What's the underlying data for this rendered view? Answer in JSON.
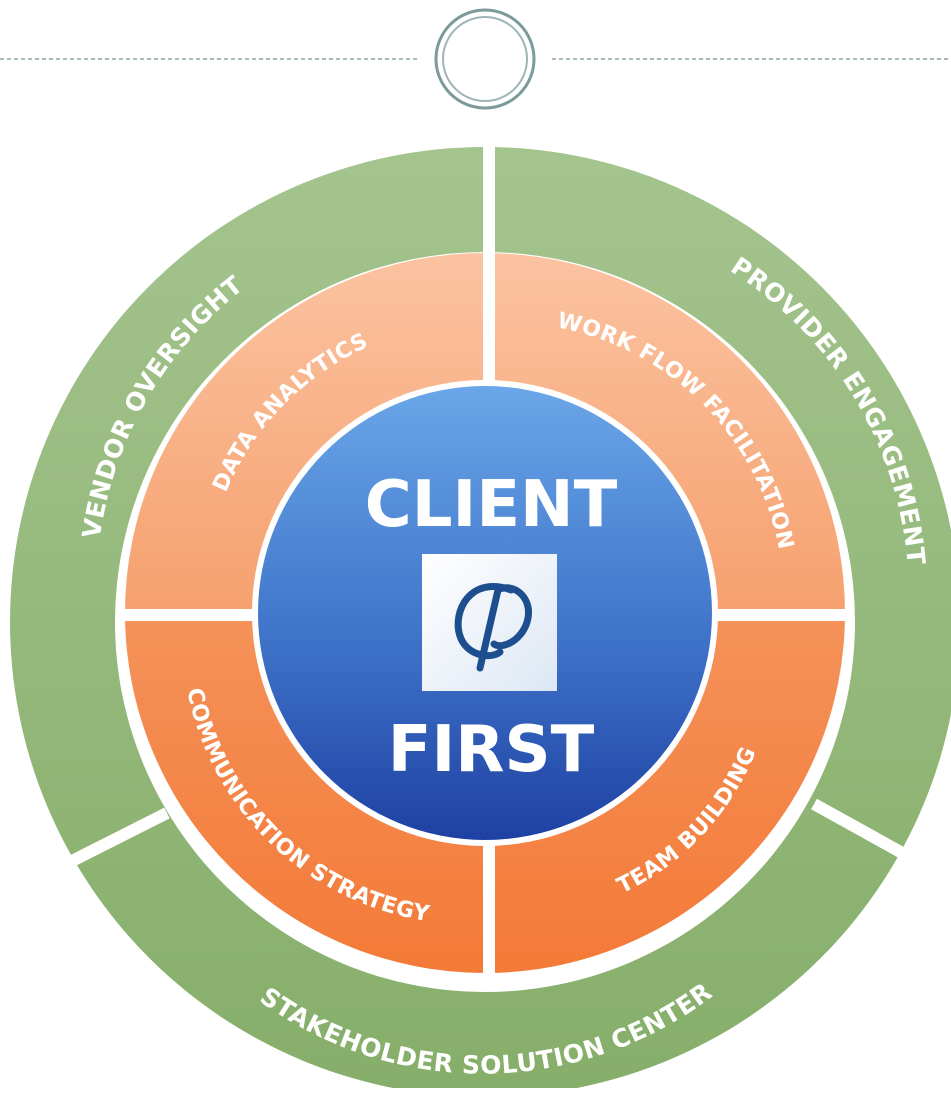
{
  "diagram": {
    "center": {
      "top_word": "CLIENT",
      "bottom_word": "FIRST",
      "logo": "CP",
      "logo_icon": "cp-monogram-icon"
    },
    "inner_ring": [
      {
        "label": "DATA ANALYTICS"
      },
      {
        "label": "WORK FLOW FACILITATION"
      },
      {
        "label": "TEAM BUILDING"
      },
      {
        "label": "COMMUNICATION STRATEGY"
      }
    ],
    "outer_ring": [
      {
        "label": "VENDOR OVERSIGHT"
      },
      {
        "label": "PROVIDER ENGAGEMENT"
      },
      {
        "label": "STAKEHOLDER SOLUTION CENTER"
      }
    ],
    "colors": {
      "outer_green": "#8fb874",
      "inner_orange_top": "#f7a97b",
      "inner_orange_bottom": "#f47f3f",
      "center_blue_top": "#5f9be0",
      "center_blue_bottom": "#2145a6",
      "header_line": "#8aa5a5"
    }
  }
}
